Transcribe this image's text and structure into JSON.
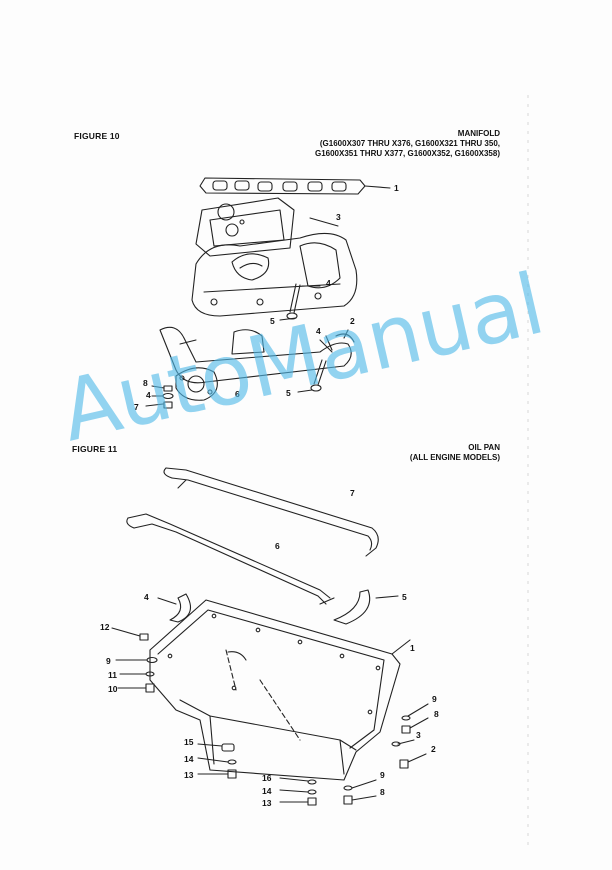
{
  "figure10": {
    "label": "FIGURE 10",
    "title": "MANIFOLD",
    "caption_lines": [
      "(G1600X307 THRU X376, G1600X321 THRU 350,",
      "G1600X351 THRU X377, G1600X352, G1600X358)"
    ],
    "callouts": [
      "1",
      "2",
      "3",
      "4",
      "4",
      "4",
      "5",
      "5",
      "6",
      "7",
      "8"
    ]
  },
  "figure11": {
    "label": "FIGURE 11",
    "title": "OIL PAN",
    "caption_lines": [
      "(ALL ENGINE MODELS)"
    ],
    "callouts": [
      "1",
      "2",
      "3",
      "4",
      "5",
      "6",
      "7",
      "8",
      "8",
      "9",
      "9",
      "9",
      "10",
      "11",
      "12",
      "13",
      "13",
      "14",
      "14",
      "15",
      "16"
    ]
  },
  "watermark": {
    "text": "AutoManual",
    "color": "#50b9e8"
  }
}
